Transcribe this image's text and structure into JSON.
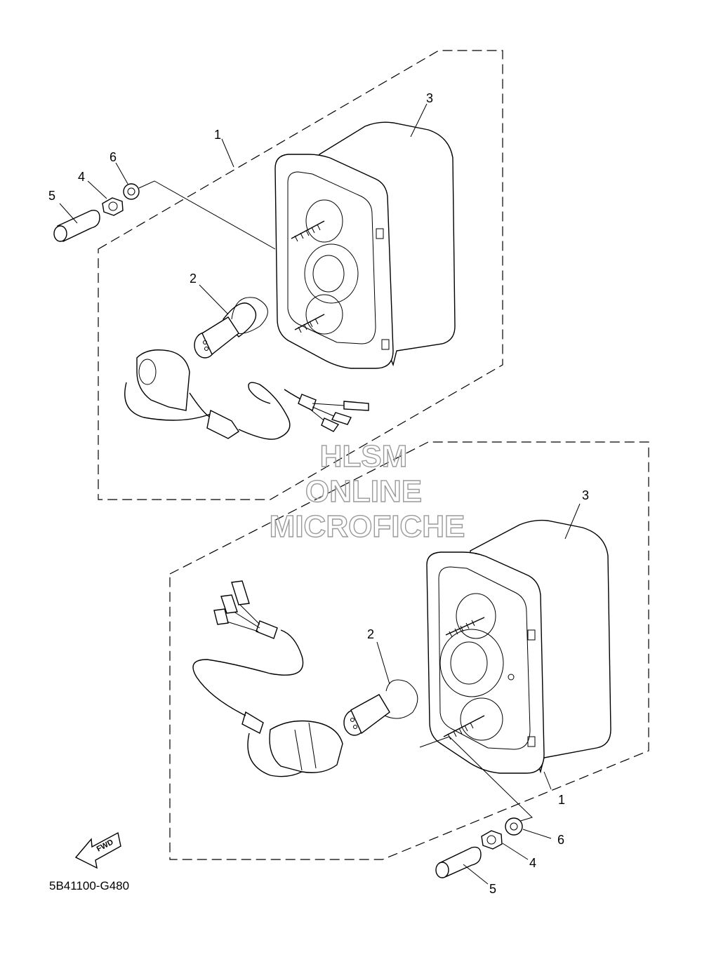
{
  "watermark": {
    "line1": "HLSM",
    "line2": "ONLINE",
    "line3": "MICROFICHE"
  },
  "callouts": {
    "upper": [
      "1",
      "2",
      "3",
      "4",
      "5",
      "6"
    ],
    "lower": [
      "1",
      "2",
      "3",
      "4",
      "5",
      "6"
    ]
  },
  "fwd_label": "FWD",
  "part_number": "5B41100-G480"
}
